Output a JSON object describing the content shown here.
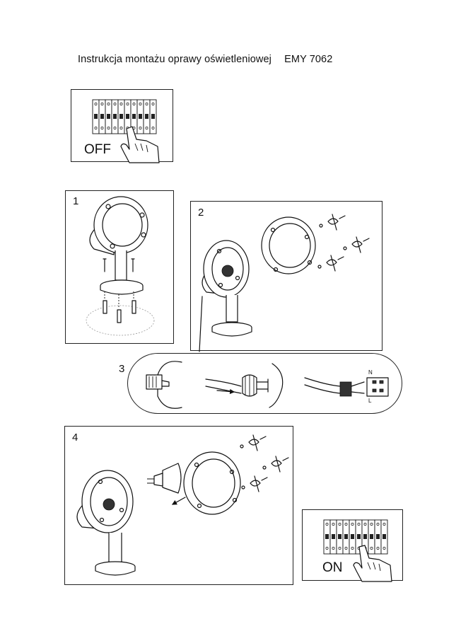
{
  "title": {
    "text": "Instrukcja montażu oprawy oświetleniowej",
    "model": "EMY 7062"
  },
  "power_off": {
    "label": "OFF"
  },
  "power_on": {
    "label": "ON"
  },
  "steps": [
    {
      "number": "1"
    },
    {
      "number": "2"
    },
    {
      "number": "3"
    },
    {
      "number": "4"
    }
  ],
  "wiring": {
    "terminal_n": "N",
    "terminal_l": "L"
  },
  "icons": {
    "breaker": "circuit-breaker-icon",
    "hand": "hand-pointer-icon",
    "screwdriver": "screwdriver-icon",
    "arrow": "arrow-icon"
  }
}
